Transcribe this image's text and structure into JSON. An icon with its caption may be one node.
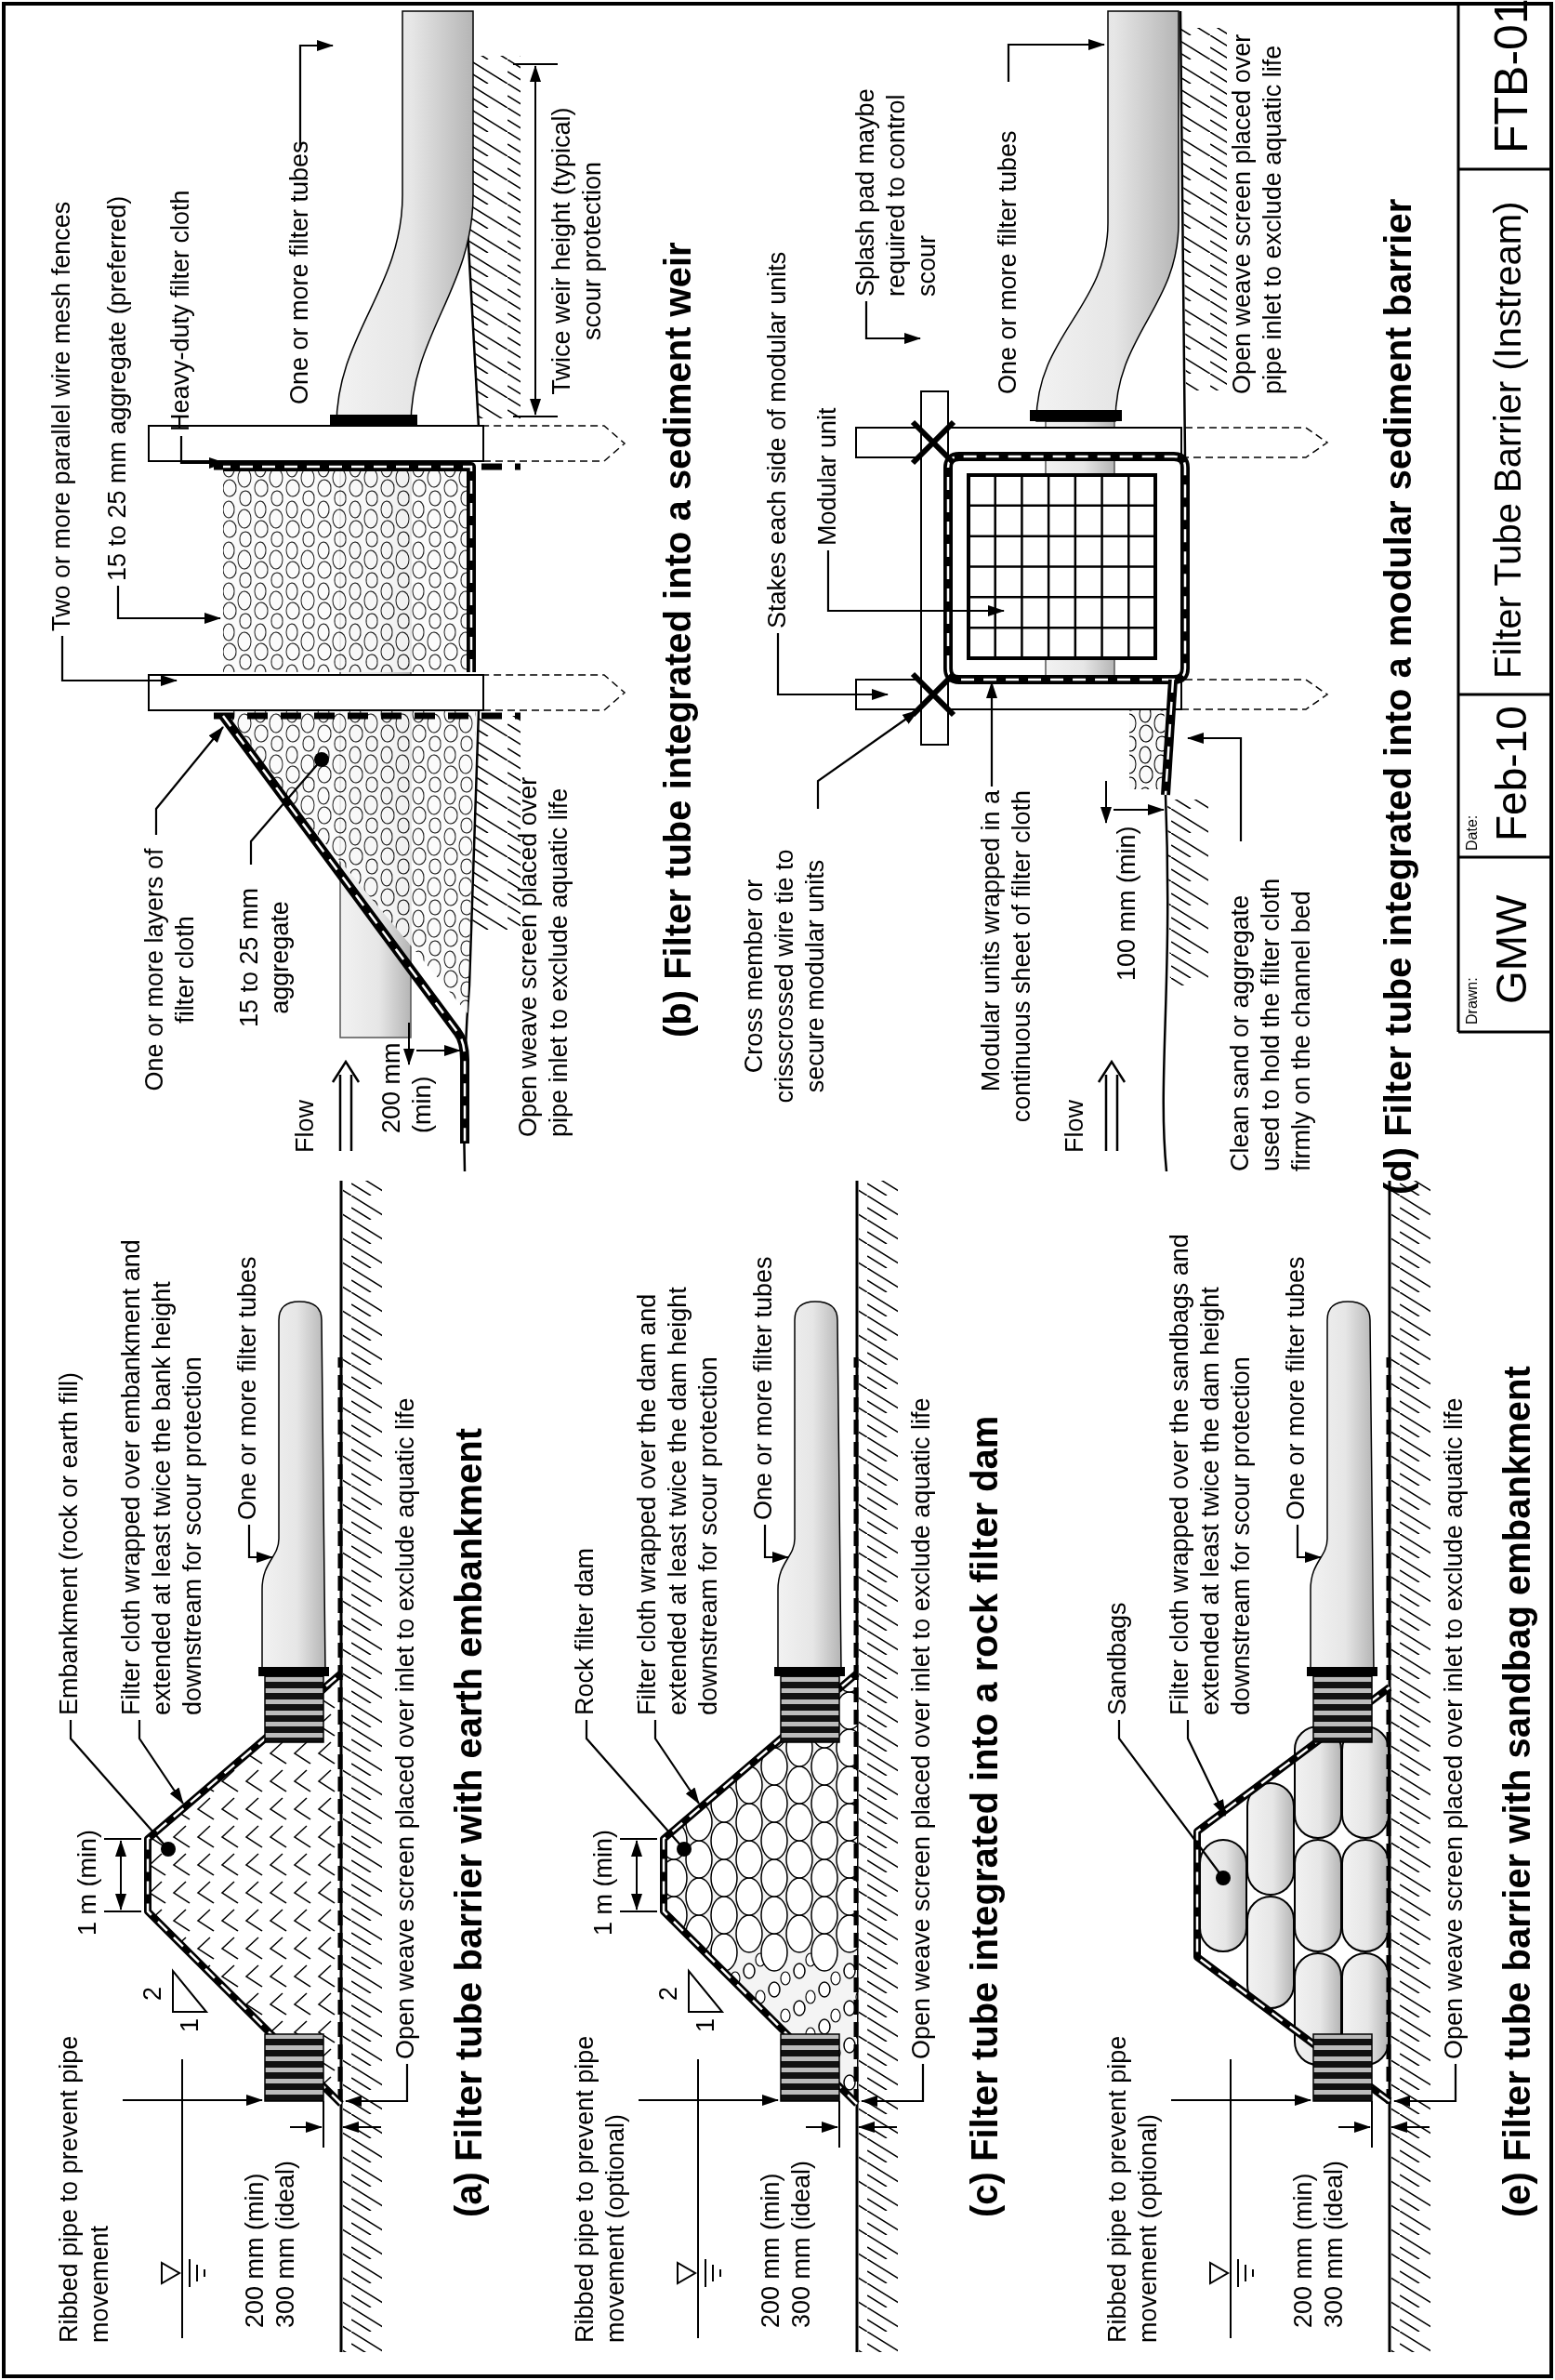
{
  "diagram": {
    "nodes": [
      {
        "text": [
          "Ribbed pipe to prevent pipe movement"
        ]
      },
      {
        "text": [
          "Embankment (rock or earth fill)"
        ]
      },
      {
        "text": [
          "Filter cloth wrapped over embankment and extended at least twice the bank height downstream for scour protection"
        ]
      },
      {
        "text": [
          "One or more filter tubes"
        ]
      },
      {
        "text": [
          "Open weave screen placed over inlet to exclude aquatic life"
        ]
      },
      {
        "text": [
          "Two or more parallel wire mesh fences"
        ]
      },
      {
        "text": [
          "15 to 25 mm aggregate (preferred)"
        ]
      },
      {
        "text": [
          "Heavy-duty filter cloth"
        ]
      },
      {
        "text": [
          "One or more layers of filter cloth"
        ]
      },
      {
        "text": [
          "15 to 25 mm aggregate"
        ]
      },
      {
        "text": [
          "One or more filter tubes"
        ]
      },
      {
        "text": [
          "Ribbed pipe to prevent pipe movement (optional)"
        ]
      },
      {
        "text": [
          "Rock filter dam"
        ]
      },
      {
        "text": [
          "Filter cloth wrapped over the dam and extended at least twice the dam height downstream for scour protection"
        ]
      },
      {
        "text": [
          "One or more filter tubes"
        ]
      },
      {
        "text": [
          "Open weave screen placed over inlet to exclude aquatic life"
        ]
      },
      {
        "text": [
          "Cross member or crisscrossed wire tie to secure modular units"
        ]
      },
      {
        "text": [
          "Modular units wrapped in a continuous sheet of filter cloth"
        ]
      },
      {
        "text": [
          "Stakes each side of modular units"
        ]
      },
      {
        "text": [
          "Modular unit"
        ]
      },
      {
        "text": [
          "Splash pad maybe required to control scour"
        ]
      },
      {
        "text": [
          "One or more filter tubes"
        ]
      },
      {
        "text": [
          "Clean sand or aggregate used to hold the filter cloth firmly on the channel bed"
        ]
      },
      {
        "text": [
          "Ribbed pipe to prevent pipe movement (optional)"
        ]
      },
      {
        "text": [
          "Sandbags"
        ]
      },
      {
        "text": [
          "Filter cloth wrapped over the sandbags and extended at least twice the dam height downstream for scour protection"
        ]
      },
      {
        "text": [
          "One or more filter tubes"
        ]
      },
      {
        "text": [
          "Open weave screen placed over inlet to exclude aquatic life"
        ]
      }
    ],
    "edges": [
      {
        "from": 0,
        "to": null,
        "arrow": "to"
      },
      {
        "from": 1,
        "to": null,
        "arrow": "other"
      },
      {
        "from": 2,
        "to": null,
        "arrow": "to"
      },
      {
        "from": 3,
        "to": null,
        "arrow": "to"
      },
      {
        "from": 4,
        "to": null,
        "arrow": "to"
      },
      {
        "from": 5,
        "to": null,
        "arrow": "to"
      },
      {
        "from": 6,
        "to": null,
        "arrow": "to"
      },
      {
        "from": 7,
        "to": null,
        "arrow": "to"
      },
      {
        "from": 8,
        "to": null,
        "arrow": "to"
      },
      {
        "from": 9,
        "to": null,
        "arrow": "other"
      },
      {
        "from": 10,
        "to": null,
        "arrow": "to"
      },
      {
        "from": 11,
        "to": null,
        "arrow": "to"
      },
      {
        "from": 12,
        "to": null,
        "arrow": "other"
      },
      {
        "from": 13,
        "to": null,
        "arrow": "to"
      },
      {
        "from": 14,
        "to": null,
        "arrow": "to"
      },
      {
        "from": 15,
        "to": null,
        "arrow": "to"
      },
      {
        "from": 16,
        "to": null,
        "arrow": "to"
      },
      {
        "from": 17,
        "to": null,
        "arrow": "to"
      },
      {
        "from": 18,
        "to": null,
        "arrow": "to"
      },
      {
        "from": 19,
        "to": null,
        "arrow": "to"
      },
      {
        "from": 20,
        "to": null,
        "arrow": "to"
      },
      {
        "from": 21,
        "to": null,
        "arrow": "to"
      },
      {
        "from": 22,
        "to": null,
        "arrow": "to"
      },
      {
        "from": 23,
        "to": null,
        "arrow": "to"
      },
      {
        "from": 24,
        "to": null,
        "arrow": "other"
      },
      {
        "from": 25,
        "to": null,
        "arrow": "to"
      },
      {
        "from": 26,
        "to": null,
        "arrow": "to"
      },
      {
        "from": 27,
        "to": null,
        "arrow": "to"
      }
    ],
    "labels": [
      "1 m (min)",
      "2",
      "1",
      "200 mm (min) 300 mm (ideal)",
      "(a) Filter tube barrier with earth embankment",
      "Flow",
      "200 mm (min)",
      "Open weave screen placed over pipe inlet to exclude aquatic life",
      "Twice weir height (typical) scour protection",
      "(b) Filter tube integrated into a sediment weir",
      "1 m (min)",
      "2",
      "1",
      "200 mm (min) 300 mm (ideal)",
      "(c) Filter tube integrated into a rock filter dam",
      "Flow",
      "100 mm (min)",
      "Open weave screen placed over pipe inlet to exclude aquatic life",
      "(d) Filter tube integrated into a modular sediment barrier",
      "200 mm (min) 300 mm (ideal)",
      "(e) Filter tube barrier with sandbag embankment",
      "Drawn:",
      "GMW",
      "Date:",
      "Feb-10",
      "Filter Tube Barrier (Instream)",
      "FTB-01"
    ]
  }
}
